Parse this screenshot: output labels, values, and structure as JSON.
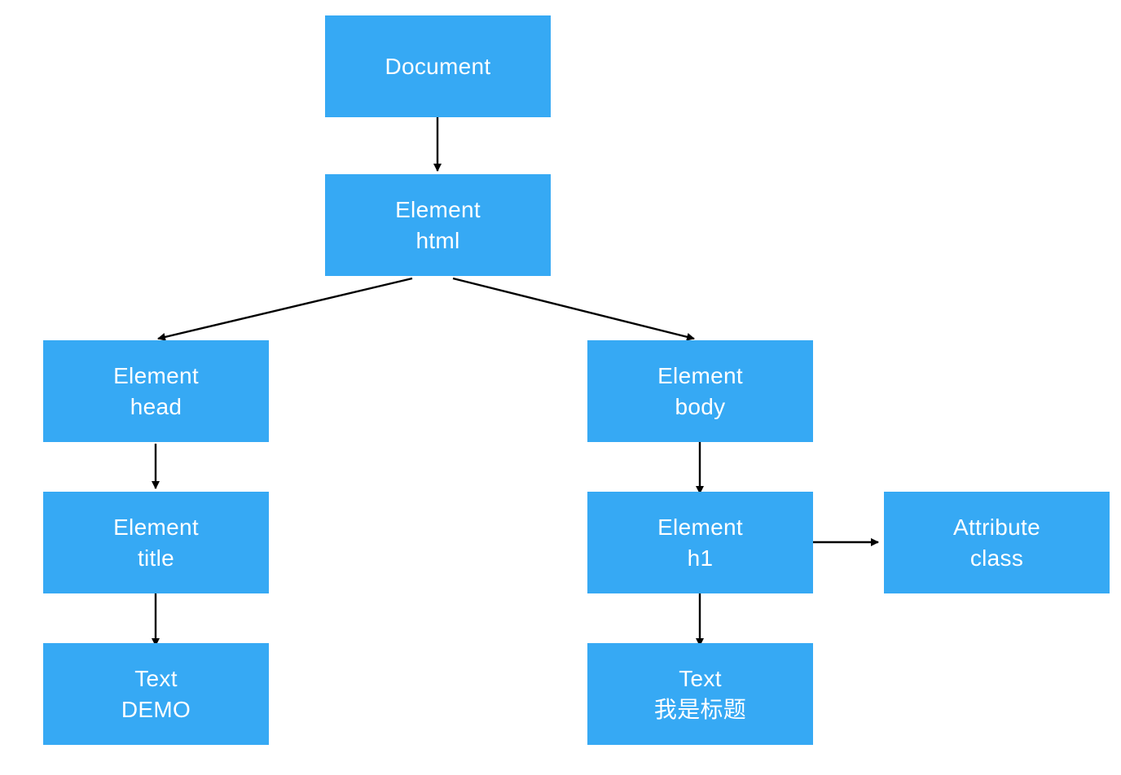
{
  "nodes": {
    "document": {
      "line1": "Document"
    },
    "html": {
      "line1": "Element",
      "line2": "html"
    },
    "head": {
      "line1": "Element",
      "line2": "head"
    },
    "body": {
      "line1": "Element",
      "line2": "body"
    },
    "title": {
      "line1": "Element",
      "line2": "title"
    },
    "h1": {
      "line1": "Element",
      "line2": "h1"
    },
    "attribute": {
      "line1": "Attribute",
      "line2": "class"
    },
    "text_demo": {
      "line1": "Text",
      "line2": "DEMO"
    },
    "text_cn": {
      "line1": "Text",
      "line2": "我是标题"
    }
  },
  "edges": [
    {
      "from": "document",
      "to": "html"
    },
    {
      "from": "html",
      "to": "head"
    },
    {
      "from": "html",
      "to": "body"
    },
    {
      "from": "head",
      "to": "title"
    },
    {
      "from": "title",
      "to": "text_demo"
    },
    {
      "from": "body",
      "to": "h1"
    },
    {
      "from": "h1",
      "to": "attribute"
    },
    {
      "from": "h1",
      "to": "text_cn"
    }
  ],
  "colors": {
    "node_fill": "#36a9f4",
    "node_text": "#ffffff",
    "edge": "#000000"
  }
}
